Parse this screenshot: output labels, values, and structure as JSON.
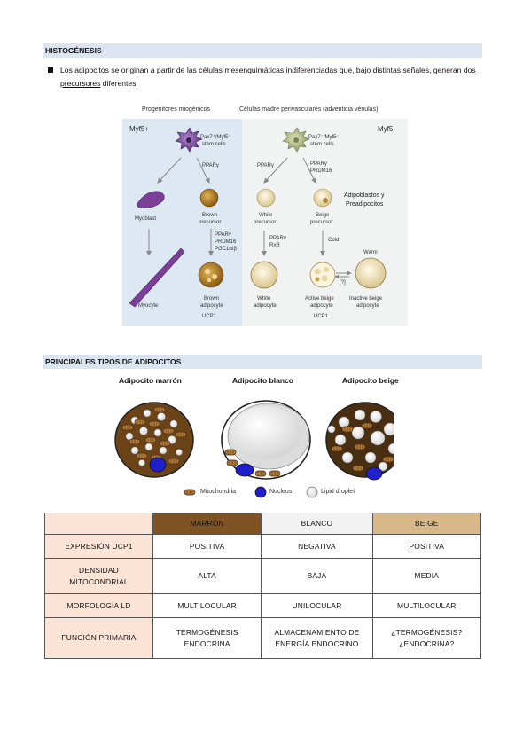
{
  "section1": {
    "title": "HISTOGÉNESIS",
    "bullet": {
      "part1": "Los adipocitos se originan a partir de las ",
      "link1": "células mesenquimáticas",
      "part2": " indiferenciadas que, bajo distintas señales, generan ",
      "link2": "dos precursores",
      "part3": " diferentes:"
    }
  },
  "figure1": {
    "header_left": "Progenitores miogénicos",
    "header_right": "Células madre perivasculares (adventicia vénulas)",
    "left_title": "Myf5+",
    "right_title": "Myf5-",
    "stem_left_1": "Pax7⁺/Myf5⁺",
    "stem_left_2": "stem cells",
    "stem_right_1": "Pax7⁻/Myf5⁻",
    "stem_right_2": "stem cells",
    "pparg_left": "PPARγ",
    "pparg_mid": "PPARγ",
    "pparg_right_1": "PPARγ",
    "pparg_right_2": "PRDM16",
    "myoblast": "Myoblast",
    "brown_precursor_1": "Brown",
    "brown_precursor_2": "precursor",
    "white_precursor_1": "White",
    "white_precursor_2": "precursor",
    "beige_precursor_1": "Beige",
    "beige_precursor_2": "precursor",
    "adipoblastos_1": "Adipoblastos y",
    "adipoblastos_2": "Preadipocitos",
    "brown_factors_1": "PPARγ",
    "brown_factors_2": "PRDM16",
    "brown_factors_3": "PGC1α/β",
    "white_factors_1": "PPARγ",
    "white_factors_2": "RxR",
    "cold": "Cold",
    "warm": "Warm",
    "unknown": "[?]",
    "myocyte": "Myocyte",
    "brown_adipocyte_1": "Brown",
    "brown_adipocyte_2": "adipocyte",
    "white_adipocyte_1": "White",
    "white_adipocyte_2": "adipocyte",
    "active_beige_1": "Active beige",
    "active_beige_2": "adipocyte",
    "inactive_beige_1": "Inactive beige",
    "inactive_beige_2": "adipocyte",
    "ucp1_left": "UCP1",
    "ucp1_right": "UCP1"
  },
  "section2": {
    "title": "PRINCIPALES TIPOS DE ADIPOCITOS",
    "cell_titles": [
      "Adipocito marrón",
      "Adipocito blanco",
      "Adipocito beige"
    ],
    "legend": {
      "mitochondria": "Mitochondria",
      "nucleus": "Nucleus",
      "lipid": "Lipid droplet"
    }
  },
  "table": {
    "headers": [
      "MARRÓN",
      "BLANCO",
      "BEIGE"
    ],
    "header_colors": [
      "#7f5222",
      "#f2f2f2",
      "#d8b889"
    ],
    "rows": [
      {
        "label": "EXPRESIÓN UCP1",
        "values": [
          "POSITIVA",
          "NEGATIVA",
          "POSITIVA"
        ]
      },
      {
        "label_1": "DENSIDAD",
        "label_2": "MITOCONDRIAL",
        "values": [
          "ALTA",
          "BAJA",
          "MEDIA"
        ]
      },
      {
        "label": "MORFOLOGÍA LD",
        "values": [
          "MULTILOCULAR",
          "UNILOCULAR",
          "MULTILOCULAR"
        ]
      },
      {
        "label": "FUNCIÓN PRIMARIA",
        "v1_1": "TERMOGÉNESIS",
        "v1_2": "ENDOCRINA",
        "v2_1": "ALMACENAMIENTO DE",
        "v2_2": "ENERGÍA ENDOCRINO",
        "v3_1": "¿TERMOGÉNESIS?",
        "v3_2": "¿ENDOCRINA?"
      }
    ]
  },
  "colors": {
    "section_bg": "#dbe5f1",
    "row_header_bg": "#fbe4d5",
    "nucleus": "#1f1fcc",
    "mitochondria": "#9a6a30",
    "cell_brown_bg": "#5a3a18"
  }
}
